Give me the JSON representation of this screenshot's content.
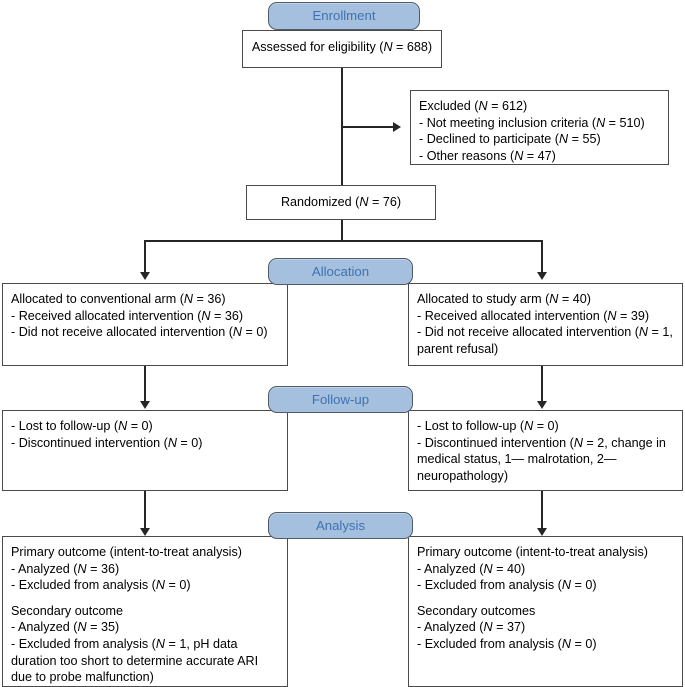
{
  "diagram": {
    "title": "CONSORT participant flow diagram",
    "colors": {
      "pill_fill": "#a4c0de",
      "pill_border": "#4f5a66",
      "pill_text": "#3f72b0",
      "box_border": "#4a4a4a",
      "line": "#262626",
      "background": "#ffffff"
    }
  },
  "stages": [
    {
      "id": "enrollment",
      "label": "Enrollment"
    },
    {
      "id": "allocation",
      "label": "Allocation"
    },
    {
      "id": "followup",
      "label": "Follow-up"
    },
    {
      "id": "analysis",
      "label": "Analysis"
    }
  ],
  "nodes": {
    "assessed": {
      "name": "assessed-for-eligibility",
      "lines": [
        [
          {
            "t": "Assessed for eligibility ("
          },
          {
            "t": "N",
            "i": true
          },
          {
            "t": " = 688)"
          }
        ]
      ]
    },
    "excluded": {
      "name": "excluded",
      "lines": [
        [
          {
            "t": "Excluded ("
          },
          {
            "t": "N",
            "i": true
          },
          {
            "t": " = 612)"
          }
        ],
        [
          {
            "t": "- Not meeting inclusion criteria ("
          },
          {
            "t": "N",
            "i": true
          },
          {
            "t": " = 510)"
          }
        ],
        [
          {
            "t": "- Declined to participate ("
          },
          {
            "t": "N",
            "i": true
          },
          {
            "t": " = 55)"
          }
        ],
        [
          {
            "t": "- Other reasons ("
          },
          {
            "t": "N",
            "i": true
          },
          {
            "t": " = 47)"
          }
        ]
      ]
    },
    "randomized": {
      "name": "randomized",
      "lines": [
        [
          {
            "t": "Randomized ("
          },
          {
            "t": "N",
            "i": true
          },
          {
            "t": " = 76)"
          }
        ]
      ]
    },
    "alloc_left": {
      "name": "allocated-conventional-arm",
      "lines": [
        [
          {
            "t": "Allocated to conventional arm ("
          },
          {
            "t": "N",
            "i": true
          },
          {
            "t": " = 36)"
          }
        ],
        [
          {
            "t": "- Received allocated intervention ("
          },
          {
            "t": "N",
            "i": true
          },
          {
            "t": " = 36)"
          }
        ],
        [
          {
            "t": "- Did not receive allocated intervention ("
          },
          {
            "t": "N",
            "i": true
          },
          {
            "t": " = 0)"
          }
        ]
      ]
    },
    "alloc_right": {
      "name": "allocated-study-arm",
      "lines": [
        [
          {
            "t": "Allocated to study arm ("
          },
          {
            "t": "N",
            "i": true
          },
          {
            "t": " = 40)"
          }
        ],
        [
          {
            "t": "- Received allocated intervention ("
          },
          {
            "t": "N",
            "i": true
          },
          {
            "t": " = 39)"
          }
        ],
        [
          {
            "t": "- Did not receive allocated intervention ("
          },
          {
            "t": "N",
            "i": true
          },
          {
            "t": " = 1, parent refusal)"
          }
        ]
      ]
    },
    "follow_left": {
      "name": "followup-conventional-arm",
      "lines": [
        [
          {
            "t": "- Lost to follow-up ("
          },
          {
            "t": "N",
            "i": true
          },
          {
            "t": " = 0)"
          }
        ],
        [
          {
            "t": "- Discontinued intervention ("
          },
          {
            "t": "N",
            "i": true
          },
          {
            "t": " = 0)"
          }
        ]
      ]
    },
    "follow_right": {
      "name": "followup-study-arm",
      "lines": [
        [
          {
            "t": "- Lost to follow-up ("
          },
          {
            "t": "N",
            "i": true
          },
          {
            "t": " = 0)"
          }
        ],
        [
          {
            "t": "- Discontinued intervention ("
          },
          {
            "t": "N",
            "i": true
          },
          {
            "t": " = 2, change in medical status, 1— malrotation, 2— neuropathology)"
          }
        ]
      ]
    },
    "analysis_left": {
      "name": "analysis-conventional-arm",
      "lines": [
        [
          {
            "t": "Primary outcome (intent-to-treat analysis)"
          }
        ],
        [
          {
            "t": "- Analyzed ("
          },
          {
            "t": "N",
            "i": true
          },
          {
            "t": " = 36)"
          }
        ],
        [
          {
            "t": "- Excluded from analysis ("
          },
          {
            "t": "N",
            "i": true
          },
          {
            "t": " = 0)"
          }
        ],
        [
          {
            "t": "",
            "blank": true
          }
        ],
        [
          {
            "t": "Secondary outcome"
          }
        ],
        [
          {
            "t": "- Analyzed ("
          },
          {
            "t": "N",
            "i": true
          },
          {
            "t": " = 35)"
          }
        ],
        [
          {
            "t": "- Excluded from analysis ("
          },
          {
            "t": "N",
            "i": true
          },
          {
            "t": " = 1, pH data duration too short to determine accurate ARI due to probe malfunction)"
          }
        ]
      ]
    },
    "analysis_right": {
      "name": "analysis-study-arm",
      "lines": [
        [
          {
            "t": "Primary outcome (intent-to-treat analysis)"
          }
        ],
        [
          {
            "t": "- Analyzed ("
          },
          {
            "t": "N",
            "i": true
          },
          {
            "t": " = 40)"
          }
        ],
        [
          {
            "t": "- Excluded from analysis ("
          },
          {
            "t": "N",
            "i": true
          },
          {
            "t": " = 0)"
          }
        ],
        [
          {
            "t": "",
            "blank": true
          }
        ],
        [
          {
            "t": "Secondary outcomes"
          }
        ],
        [
          {
            "t": "- Analyzed ("
          },
          {
            "t": "N",
            "i": true
          },
          {
            "t": " = 37)"
          }
        ],
        [
          {
            "t": "- Excluded from analysis ("
          },
          {
            "t": "N",
            "i": true
          },
          {
            "t": " = 0)"
          }
        ]
      ]
    }
  }
}
